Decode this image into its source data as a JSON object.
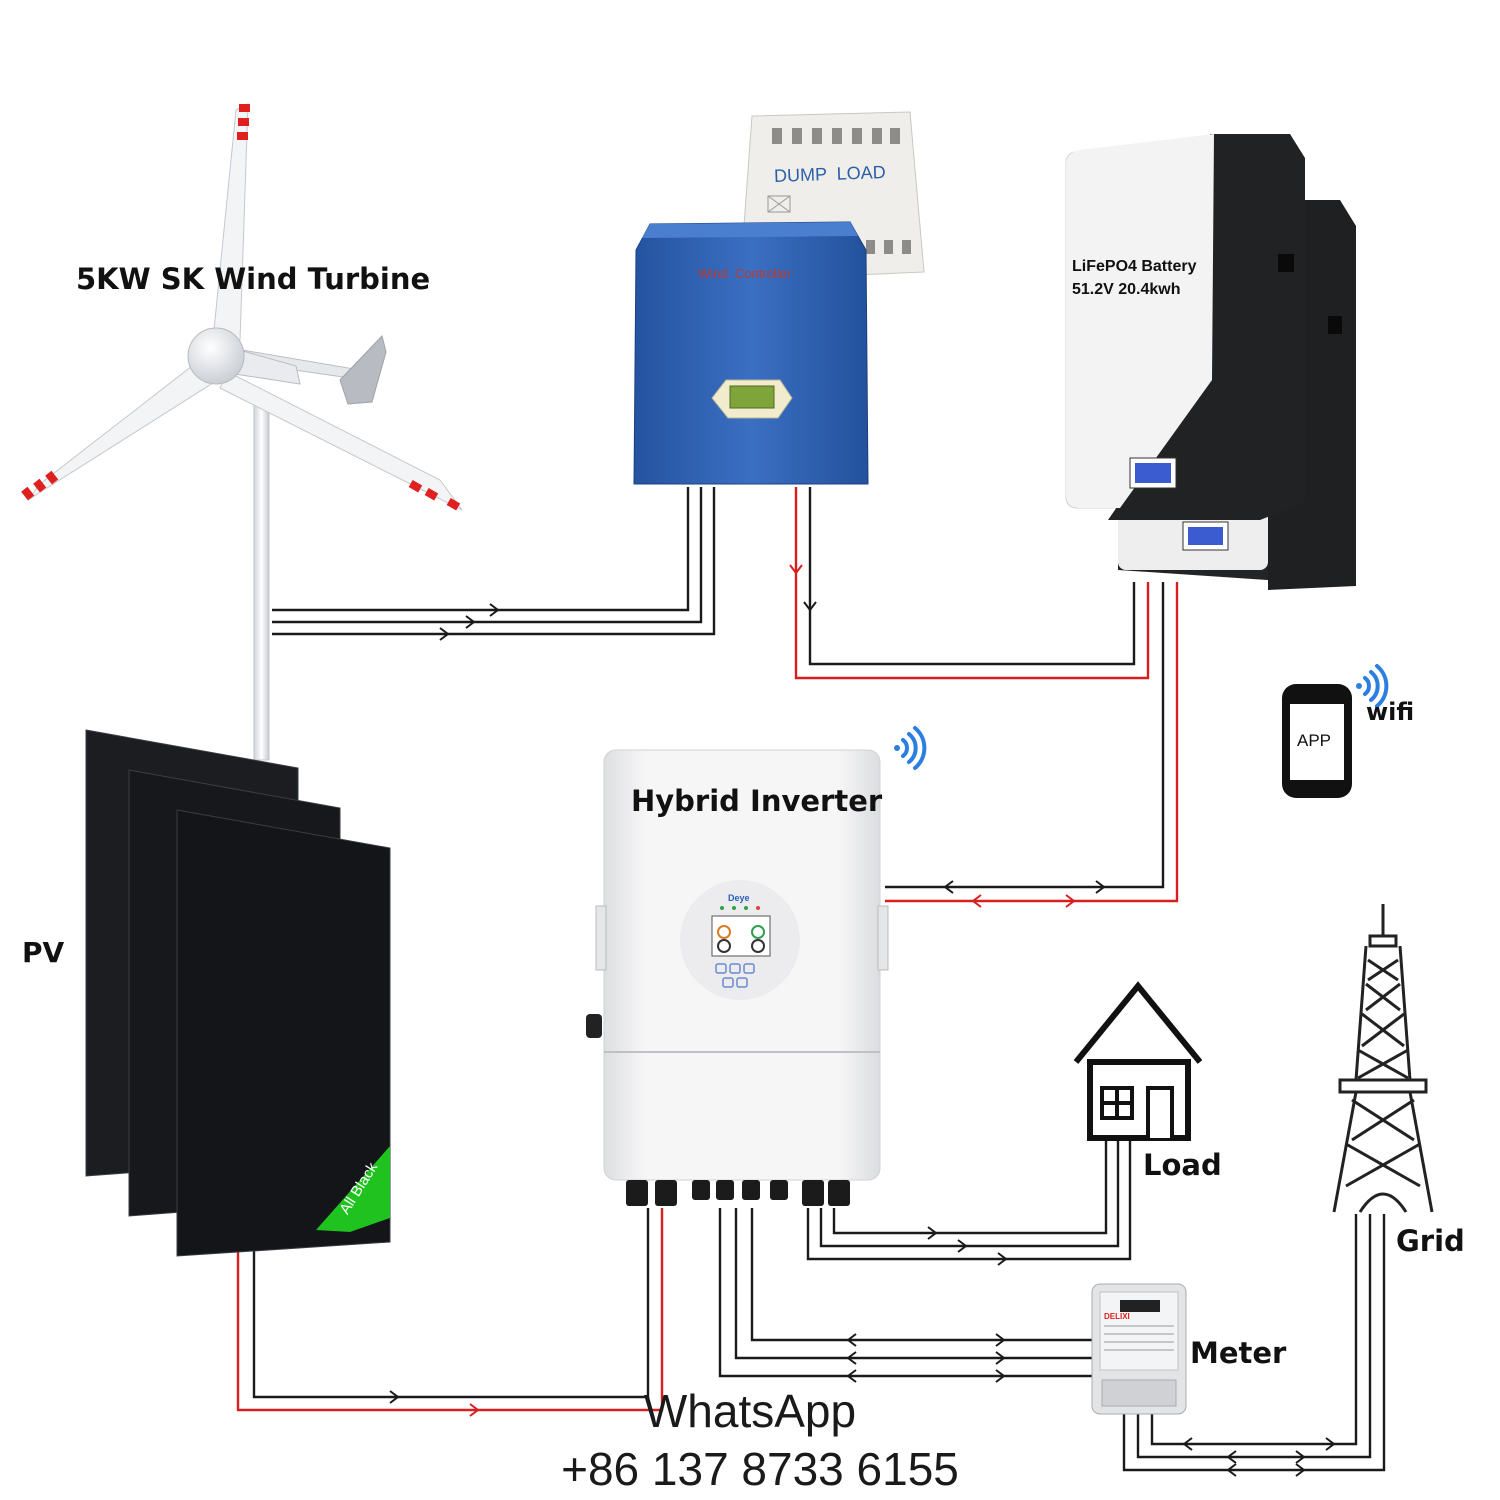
{
  "labels": {
    "wind_turbine": "5KW SK Wind Turbine",
    "dump_load": "DUMP  LOAD",
    "wind_controller": "Wind  Controller",
    "battery_line1": "LiFePO4 Battery",
    "battery_line2": "51.2V 20.4kwh",
    "wifi": "wifi",
    "app": "APP",
    "hybrid_inverter": "Hybrid Inverter",
    "inverter_brand": "Deye",
    "pv": "PV",
    "panel_badge": "All Black",
    "load": "Load",
    "grid": "Grid",
    "meter": "Meter",
    "meter_brand": "DELIXI"
  },
  "contact": {
    "whatsapp": "WhatsApp",
    "phone": "+86 137 8733 6155"
  },
  "colors": {
    "wire_black": "#1a1a1a",
    "wire_red": "#d81f1f",
    "controller_blue": "#2f5fb0",
    "panel_dark": "#16181c",
    "badge_green": "#1fc21f",
    "wifi_blue": "#2a7fe0"
  }
}
